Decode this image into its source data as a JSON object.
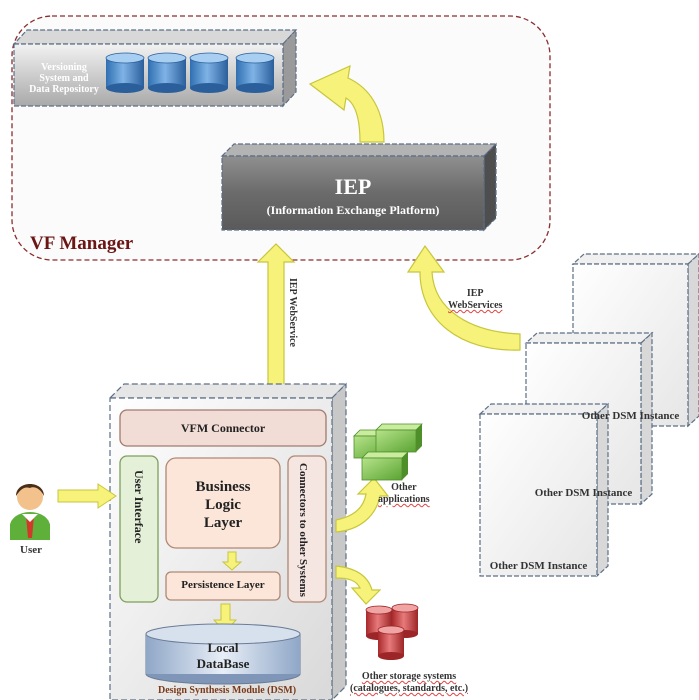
{
  "vf_manager": {
    "title": "VF Manager",
    "repository_label_line1": "Versioning",
    "repository_label_line2": "System and",
    "repository_label_line3": "Data Repository"
  },
  "iep": {
    "title": "IEP",
    "subtitle": "(Information Exchange Platform)",
    "webservice_vertical": "IEP WebService",
    "webservices_line1": "IEP",
    "webservices_line2": "WebServices"
  },
  "dsm": {
    "module_label": "Design Synthesis Module (DSM)",
    "vfm_connector": "VFM Connector",
    "user_interface": "User Interface",
    "business_logic_line1": "Business",
    "business_logic_line2": "Logic",
    "business_logic_line3": "Layer",
    "persistence_layer": "Persistence Layer",
    "connectors": "Connectors to other Systems",
    "local_db_line1": "Local",
    "local_db_line2": "DataBase"
  },
  "user": {
    "label": "User"
  },
  "other_apps": {
    "line1": "Other",
    "line2": "applications"
  },
  "other_storage": {
    "line1": "Other storage systems",
    "line2": "(catalogues, standards, etc.)"
  },
  "other_instances": [
    "Other DSM Instance",
    "Other DSM Instance",
    "Other DSM Instance"
  ],
  "colors": {
    "vf_border": "#8a2d2d",
    "vf_title": "#6b1515",
    "arrow_fill": "#f6f27a",
    "arrow_stroke": "#c8c63c",
    "db_blue": "#4a86c6",
    "db_red": "#c0393b",
    "apps_green": "#7fc44c",
    "panel_border": "#9f7b6f"
  }
}
